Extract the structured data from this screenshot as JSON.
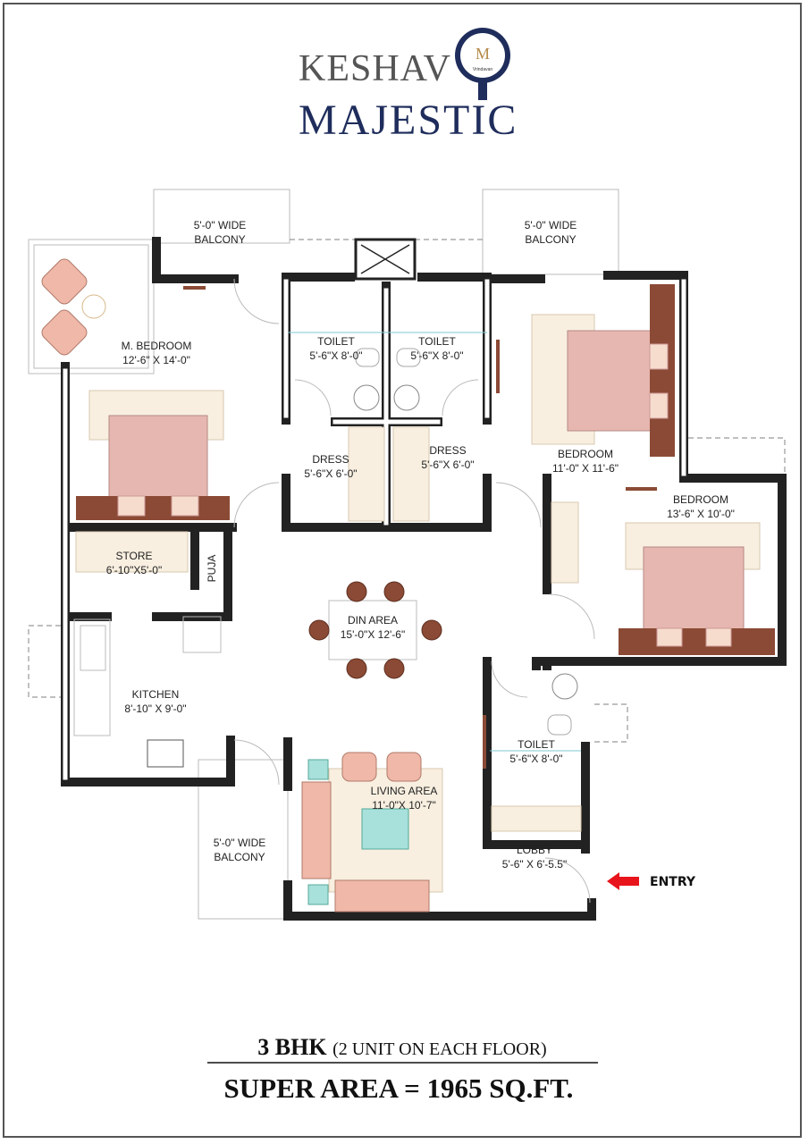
{
  "logo": {
    "line1": "KESHAV",
    "line2": "MAJESTIC",
    "emblem_text": "Vrindavan",
    "emblem_letter": "M"
  },
  "rooms": {
    "balcony_top_left": {
      "name": "5'-0\" WIDE",
      "size": "BALCONY"
    },
    "balcony_top_right": {
      "name": "5'-0\" WIDE",
      "size": "BALCONY"
    },
    "master_bedroom": {
      "name": "M. BEDROOM",
      "size": "12'-6\" X 14'-0\""
    },
    "toilet_1": {
      "name": "TOILET",
      "size": "5'-6\"X 8'-0\""
    },
    "toilet_2": {
      "name": "TOILET",
      "size": "5'-6\"X 8'-0\""
    },
    "dress_1": {
      "name": "DRESS",
      "size": "5'-6\"X 6'-0\""
    },
    "dress_2": {
      "name": "DRESS",
      "size": "5'-6\"X 6'-0\""
    },
    "bedroom_1": {
      "name": "BEDROOM",
      "size": "11'-0\" X 11'-6\""
    },
    "bedroom_2": {
      "name": "BEDROOM",
      "size": "13'-6\" X 10'-0\""
    },
    "store": {
      "name": "STORE",
      "size": "6'-10\"X5'-0\""
    },
    "puja": {
      "name": "PUJA"
    },
    "din_area": {
      "name": "DIN AREA",
      "size": "15'-0\"X 12'-6\""
    },
    "kitchen": {
      "name": "KITCHEN",
      "size": "8'-10\" X 9'-0\""
    },
    "toilet_3": {
      "name": "TOILET",
      "size": "5'-6\"X 8'-0\""
    },
    "living_area": {
      "name": "LIVING  AREA",
      "size": "11'-0\"X 10'-7\""
    },
    "balcony_bottom": {
      "name": "5'-0\" WIDE",
      "size": "BALCONY"
    },
    "lobby": {
      "name": "LOBBY",
      "size": "5'-6\" X 6'-5.5\""
    }
  },
  "entry": {
    "label": "ENTRY",
    "arrow_color": "#e8141b"
  },
  "footer": {
    "title_main": "3 BHK",
    "title_sub": "(2 UNIT ON EACH FLOOR)",
    "super_area": "SUPER AREA = 1965 SQ.FT."
  },
  "colors": {
    "brand_navy": "#1f2d5c",
    "brand_gray": "#555555",
    "bed": "#e6b7b0",
    "wood": "#8b4a35"
  }
}
